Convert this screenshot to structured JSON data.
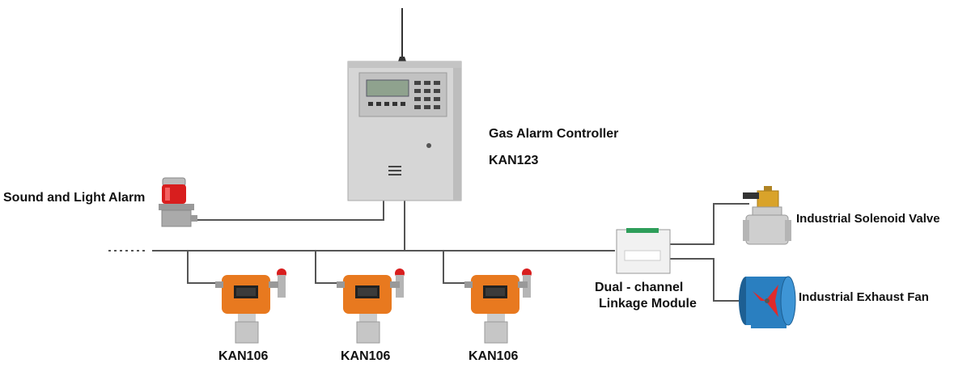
{
  "controller": {
    "name": "Gas Alarm Controller",
    "model": "KAN123"
  },
  "alarm": {
    "label": "Sound and Light Alarm"
  },
  "detectors": [
    {
      "model": "KAN106"
    },
    {
      "model": "KAN106"
    },
    {
      "model": "KAN106"
    }
  ],
  "linkage": {
    "line1": "Dual - channel",
    "line2": "Linkage Module"
  },
  "valve": {
    "label": "Industrial Solenoid Valve"
  },
  "fan": {
    "label": "Industrial Exhaust Fan"
  },
  "colors": {
    "line": "#555555",
    "detector_body": "#e8791f",
    "alarm_red": "#d81e1e",
    "fan_blue": "#2a7fc0",
    "cabinet": "#d6d6d6"
  }
}
